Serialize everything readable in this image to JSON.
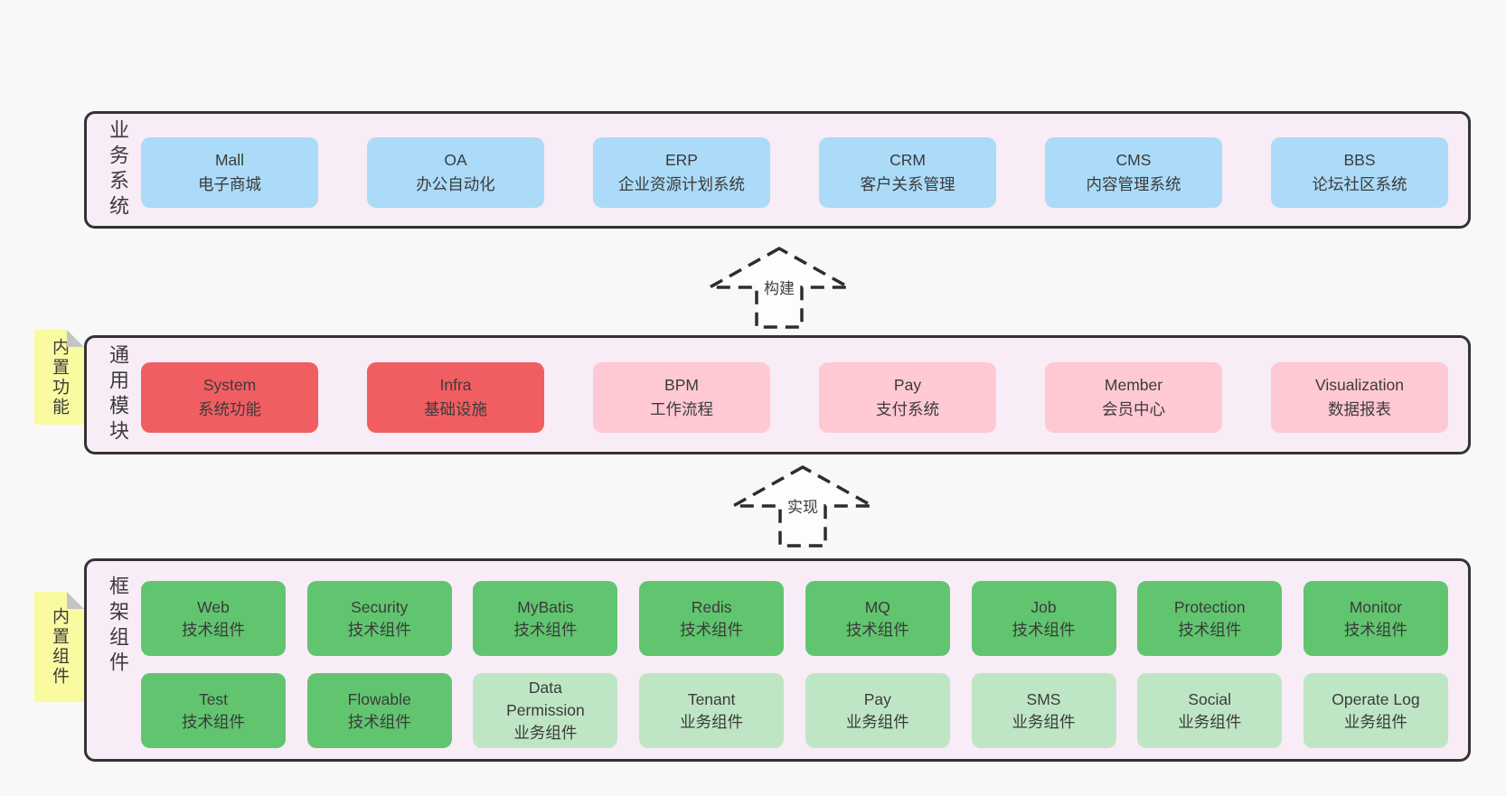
{
  "palette": {
    "page_bg": "#f8f8f8",
    "panel_bg": "#f8ecf6",
    "panel_border": "#333333",
    "blue": "#abdbf8",
    "red": "#f15e62",
    "pink": "#ffc9d3",
    "green": "#61c56f",
    "light_green": "#bfe6c4",
    "note_yellow": "#fafaa0",
    "note_fold": "#c4c4c4",
    "text": "#3b3b3b"
  },
  "business_layer": {
    "side_label": "业务系统",
    "boxes": [
      {
        "name": "Mall",
        "desc": "电子商城",
        "variant": "blue"
      },
      {
        "name": "OA",
        "desc": "办公自动化",
        "variant": "blue"
      },
      {
        "name": "ERP",
        "desc": "企业资源计划系统",
        "variant": "blue"
      },
      {
        "name": "CRM",
        "desc": "客户关系管理",
        "variant": "blue"
      },
      {
        "name": "CMS",
        "desc": "内容管理系统",
        "variant": "blue"
      },
      {
        "name": "BBS",
        "desc": "论坛社区系统",
        "variant": "blue"
      }
    ]
  },
  "build_arrow": {
    "label": "构建"
  },
  "module_layer": {
    "side_label": "通用模块",
    "sticky_note": "内置功能",
    "boxes": [
      {
        "name": "System",
        "desc": "系统功能",
        "variant": "red"
      },
      {
        "name": "Infra",
        "desc": "基础设施",
        "variant": "red"
      },
      {
        "name": "BPM",
        "desc": "工作流程",
        "variant": "pink"
      },
      {
        "name": "Pay",
        "desc": "支付系统",
        "variant": "pink"
      },
      {
        "name": "Member",
        "desc": "会员中心",
        "variant": "pink"
      },
      {
        "name": "Visualization",
        "desc": "数据报表",
        "variant": "pink"
      }
    ]
  },
  "implement_arrow": {
    "label": "实现"
  },
  "framework_layer": {
    "side_label": "框架组件",
    "sticky_note": "内置组件",
    "rows": [
      [
        {
          "name": "Web",
          "desc": "技术组件",
          "variant": "green"
        },
        {
          "name": "Security",
          "desc": "技术组件",
          "variant": "green"
        },
        {
          "name": "MyBatis",
          "desc": "技术组件",
          "variant": "green"
        },
        {
          "name": "Redis",
          "desc": "技术组件",
          "variant": "green"
        },
        {
          "name": "MQ",
          "desc": "技术组件",
          "variant": "green"
        },
        {
          "name": "Job",
          "desc": "技术组件",
          "variant": "green"
        },
        {
          "name": "Protection",
          "desc": "技术组件",
          "variant": "green"
        },
        {
          "name": "Monitor",
          "desc": "技术组件",
          "variant": "green"
        }
      ],
      [
        {
          "name": "Test",
          "desc": "技术组件",
          "variant": "green"
        },
        {
          "name": "Flowable",
          "desc": "技术组件",
          "variant": "green"
        },
        {
          "name": "Data Permission",
          "desc": "业务组件",
          "variant": "light-green"
        },
        {
          "name": "Tenant",
          "desc": "业务组件",
          "variant": "light-green"
        },
        {
          "name": "Pay",
          "desc": "业务组件",
          "variant": "light-green"
        },
        {
          "name": "SMS",
          "desc": "业务组件",
          "variant": "light-green"
        },
        {
          "name": "Social",
          "desc": "业务组件",
          "variant": "light-green"
        },
        {
          "name": "Operate Log",
          "desc": "业务组件",
          "variant": "light-green"
        }
      ]
    ]
  }
}
